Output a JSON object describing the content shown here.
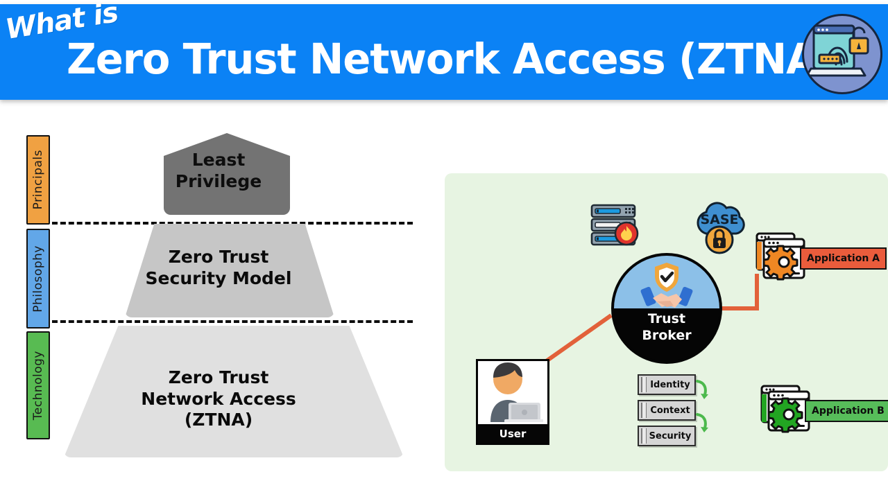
{
  "header": {
    "kicker": "What is",
    "title": "Zero Trust Network Access (ZTNA) ?",
    "badge_icon": "fingerprint-laptop-lock-icon",
    "bg_color": "#0b82f5",
    "text_color": "#ffffff"
  },
  "pyramid": {
    "side_tags": [
      {
        "label": "Principals",
        "color": "#f0a142"
      },
      {
        "label": "Philosophy",
        "color": "#62a7e8"
      },
      {
        "label": "Technology",
        "color": "#58bb52"
      }
    ],
    "tiers": [
      {
        "label": "Least\nPrivilege",
        "line1": "Least",
        "line2": "Privilege",
        "color": "#737373"
      },
      {
        "label": "Zero Trust Security Model",
        "line1": "Zero Trust",
        "line2": "Security Model",
        "color": "#c6c6c6"
      },
      {
        "label": "Zero Trust Network Access (ZTNA)",
        "line1": "Zero Trust",
        "line2": "Network Access",
        "line3": "(ZTNA)",
        "color": "#e0e0e0"
      }
    ]
  },
  "diagram": {
    "bg_color": "#e7f4e2",
    "connector_color": "#e2613a",
    "user": {
      "label": "User",
      "icon": "user-photo-icon"
    },
    "broker": {
      "line1": "Trust",
      "line2": "Broker",
      "icon": "handshake-shield-icon"
    },
    "server": {
      "icon": "server-firewall-icon"
    },
    "sase": {
      "label": "SASE",
      "icon": "cloud-lock-icon"
    },
    "policy_chips": [
      {
        "label": "Identity"
      },
      {
        "label": "Context"
      },
      {
        "label": "Security"
      }
    ],
    "apps": [
      {
        "label": "Application A",
        "color": "#ea5c3c",
        "gear_color": "#ef8723",
        "icon": "app-window-gear-icon"
      },
      {
        "label": "Application B",
        "color": "#57bd5a",
        "gear_color": "#22a522",
        "icon": "app-window-gear-icon"
      }
    ]
  }
}
